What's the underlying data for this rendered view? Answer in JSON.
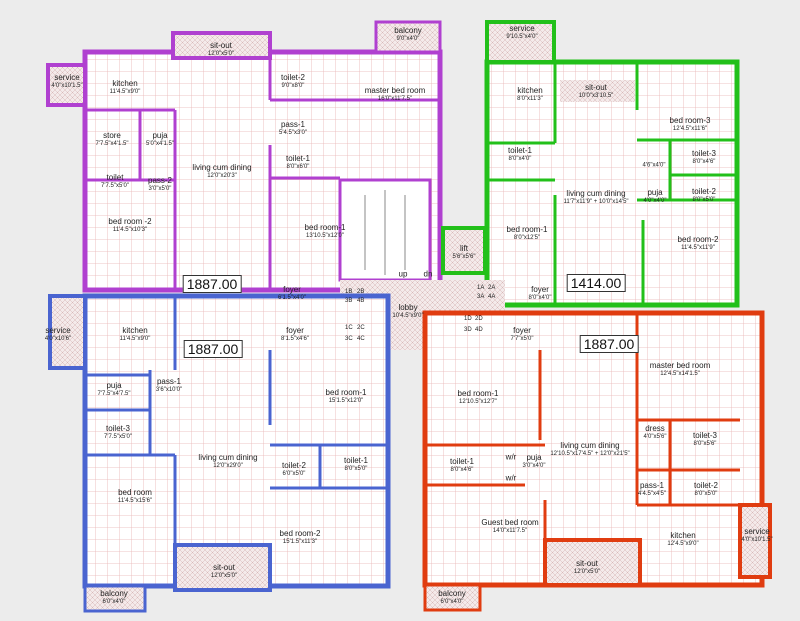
{
  "colors": {
    "unit_a": "#b040d0",
    "unit_b": "#22c01a",
    "unit_c": "#4a64d0",
    "unit_d": "#e03c10",
    "grid": "#e8b4b4",
    "furniture": "#5fd0d0"
  },
  "units": {
    "a": {
      "area": "1887.00",
      "rooms": [
        {
          "name": "service",
          "dim": "4'0\"x10'1.5\""
        },
        {
          "name": "sit-out",
          "dim": "12'0\"x5'0\""
        },
        {
          "name": "balcony",
          "dim": "9'0\"x4'0\""
        },
        {
          "name": "kitchen",
          "dim": "11'4.5\"x9'0\""
        },
        {
          "name": "toilet-2",
          "dim": "9'0\"x8'0\""
        },
        {
          "name": "master bed room",
          "dim": "16'0\"x11'7.5\""
        },
        {
          "name": "pass-1",
          "dim": "5'4.5\"x3'0\""
        },
        {
          "name": "store",
          "dim": "7'7.5\"x4'1.5\""
        },
        {
          "name": "puja",
          "dim": "5'0\"x4'1.5\""
        },
        {
          "name": "toilet",
          "dim": "7'7.5\"x5'0\""
        },
        {
          "name": "pass-2",
          "dim": "3'0\"x5'0\""
        },
        {
          "name": "living cum dining",
          "dim": "12'0\"x20'3\""
        },
        {
          "name": "toilet-1",
          "dim": "8'0\"x6'0\""
        },
        {
          "name": "bed room -2",
          "dim": "11'4.5\"x10'3\""
        },
        {
          "name": "bed room-1",
          "dim": "13'10.5\"x12'0\""
        },
        {
          "name": "foyer",
          "dim": "6'1.5\"x4'0\""
        }
      ]
    },
    "b": {
      "area": "1414.00",
      "rooms": [
        {
          "name": "service",
          "dim": "9'10.5\"x4'0\""
        },
        {
          "name": "kitchen",
          "dim": "8'0\"x11'3\""
        },
        {
          "name": "sit-out",
          "dim": "10'0\"x3'10.5\""
        },
        {
          "name": "bed room-3",
          "dim": "12'4.5\"x11'6\""
        },
        {
          "name": "toilet-1",
          "dim": "8'0\"x4'0\""
        },
        {
          "name": "living cum dining",
          "dim": "11'7\"x11'9\" + 10'0\"x14'5\""
        },
        {
          "name": "",
          "dim": "4'6\"x4'0\""
        },
        {
          "name": "toilet-3",
          "dim": "8'0\"x4'6\""
        },
        {
          "name": "puja",
          "dim": "4'0\"x4'0\""
        },
        {
          "name": "toilet-2",
          "dim": "8'0\"x5'0\""
        },
        {
          "name": "bed room-1",
          "dim": "8'0\"x12'5\""
        },
        {
          "name": "bed room-2",
          "dim": "11'4.5\"x11'9\""
        },
        {
          "name": "lift",
          "dim": "5'6\"x5'6\""
        },
        {
          "name": "foyer",
          "dim": "8'0\"x4'0\""
        }
      ]
    },
    "c": {
      "area": "1887.00",
      "rooms": [
        {
          "name": "service",
          "dim": "4'0\"x10'6\""
        },
        {
          "name": "kitchen",
          "dim": "11'4.5\"x9'0\""
        },
        {
          "name": "foyer",
          "dim": "8'1.5\"x4'6\""
        },
        {
          "name": "puja",
          "dim": "7'7.5\"x4'7.5\""
        },
        {
          "name": "pass-1",
          "dim": "3'6\"x10'0\""
        },
        {
          "name": "bed room-1",
          "dim": "15'1.5\"x12'0\""
        },
        {
          "name": "toilet-3",
          "dim": "7'7.5\"x5'0\""
        },
        {
          "name": "living cum dining",
          "dim": "12'0\"x29'0\""
        },
        {
          "name": "toilet-2",
          "dim": "6'0\"x5'0\""
        },
        {
          "name": "toilet-1",
          "dim": "8'0\"x5'0\""
        },
        {
          "name": "bed room",
          "dim": "11'4.5\"x15'6\""
        },
        {
          "name": "bed room-2",
          "dim": "15'1.5\"x11'3\""
        },
        {
          "name": "sit-out",
          "dim": "12'0\"x5'0\""
        },
        {
          "name": "balcony",
          "dim": "6'0\"x4'0\""
        }
      ]
    },
    "d": {
      "area": "1887.00",
      "rooms": [
        {
          "name": "foyer",
          "dim": "7'7\"x5'0\""
        },
        {
          "name": "master bed room",
          "dim": "12'4.5\"x14'1.5\""
        },
        {
          "name": "bed room-1",
          "dim": "12'10.5\"x12'7\""
        },
        {
          "name": "dress",
          "dim": "4'0\"x5'6\""
        },
        {
          "name": "toilet-3",
          "dim": "8'0\"x5'6\""
        },
        {
          "name": "living cum dining",
          "dim": "12'10.5\"x17'4.5\" + 12'0\"x21'5\""
        },
        {
          "name": "toilet-1",
          "dim": "8'0\"x4'6\""
        },
        {
          "name": "w/r",
          "dim": ""
        },
        {
          "name": "w/r",
          "dim": ""
        },
        {
          "name": "puja",
          "dim": "3'0\"x4'0\""
        },
        {
          "name": "pass-1",
          "dim": "4'4.5\"x4'5\""
        },
        {
          "name": "toilet-2",
          "dim": "8'0\"x5'0\""
        },
        {
          "name": "Guest bed room",
          "dim": "14'0\"x11'7.5\""
        },
        {
          "name": "kitchen",
          "dim": "12'4.5\"x9'0\""
        },
        {
          "name": "service",
          "dim": "4'0\"x10'1.5\""
        },
        {
          "name": "sit-out",
          "dim": "12'0\"x5'0\""
        },
        {
          "name": "balcony",
          "dim": "6'0\"x4'0\""
        }
      ]
    }
  },
  "core": {
    "lobby": {
      "name": "lobby",
      "dim": "10'4.5\"x9'0\""
    },
    "stair_up": "up",
    "stair_dn": "dn",
    "codes_left": [
      "1B",
      "2B",
      "3B",
      "4B",
      "1C",
      "2C",
      "3C",
      "4C"
    ],
    "codes_right": [
      "1A",
      "2A",
      "3A",
      "4A",
      "1D",
      "2D",
      "3D",
      "4D"
    ]
  }
}
